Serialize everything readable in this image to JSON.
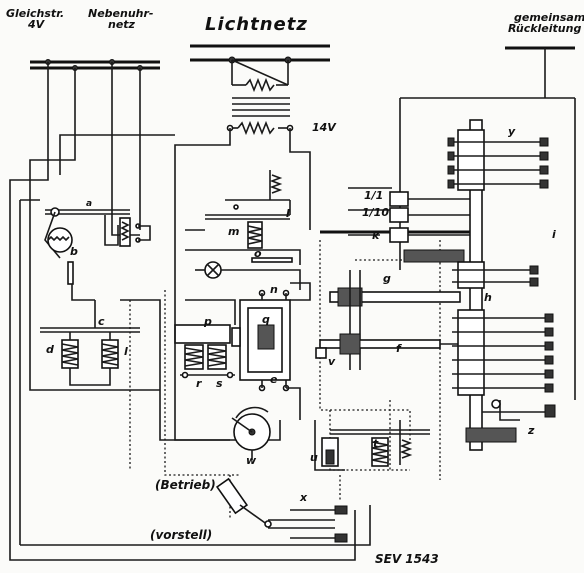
{
  "headers": {
    "dc_supply": [
      "Gleichstr.",
      "4V"
    ],
    "slave_clock": [
      "Nebenuhr-",
      "netz"
    ],
    "mains": "Lichtnetz",
    "common_return": [
      "gemeinsame",
      "Rückleitung"
    ]
  },
  "voltage_label": "14V",
  "fractions": [
    "1/1",
    "1/10"
  ],
  "positions": {
    "run": "(Betrieb)",
    "set": "(vorstell)"
  },
  "reference": "SEV 1543",
  "part_letters": {
    "a": "a",
    "b": "b",
    "c": "c",
    "d": "d",
    "e": "e",
    "f": "f",
    "g": "g",
    "h": "h",
    "i": "i",
    "k": "k",
    "l": "l",
    "m": "m",
    "n": "n",
    "o": "o",
    "p": "p",
    "q": "q",
    "r": "r",
    "s": "s",
    "t": "t",
    "u": "u",
    "v": "v",
    "w": "w",
    "x": "x",
    "y": "y",
    "z": "z",
    "one": "I"
  }
}
